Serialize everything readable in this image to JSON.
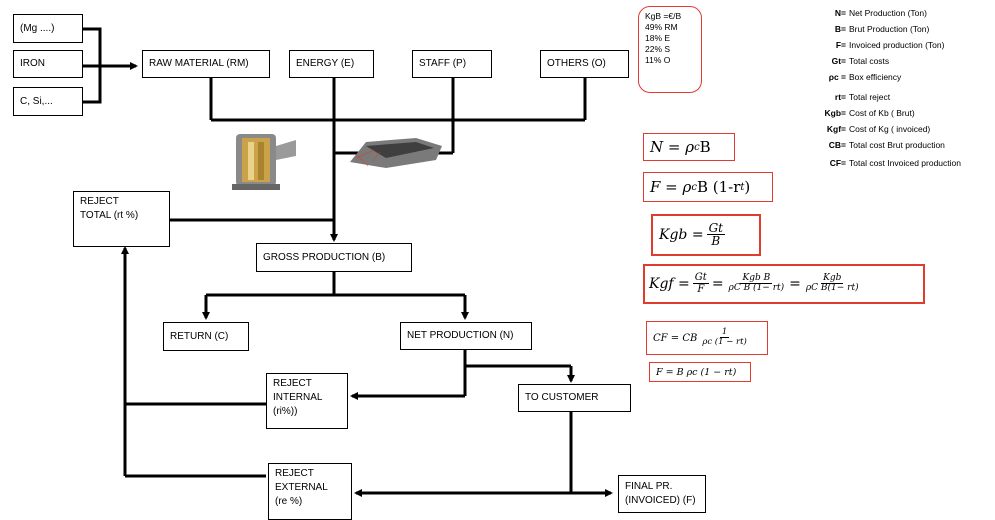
{
  "boxes": {
    "mg": "(Mg ....)",
    "iron": "IRON",
    "csi": "C, Si,...",
    "raw_material": "RAW MATERIAL (RM)",
    "energy": "ENERGY (E)",
    "staff": "STAFF (P)",
    "others": "OTHERS (O)",
    "reject_total": "REJECT\nTOTAL (rt %)",
    "gross_production": "GROSS PRODUCTION (B)",
    "return": "RETURN (C)",
    "net_production": "NET PRODUCTION (N)",
    "reject_internal": "REJECT\nINTERNAL\n(ri%))",
    "to_customer": "TO CUSTOMER",
    "reject_external": "REJECT\nEXTERNAL\n(re %)",
    "final_pr": "FINAL PR.\n(INVOICED) (F)"
  },
  "cost_note": [
    "KgB =€/B",
    "49% RM",
    "18% E",
    "22% S",
    "11% O"
  ],
  "legend": [
    {
      "symbol": "N=",
      "text": "Net Production (Ton)"
    },
    {
      "symbol": "B=",
      "text": "Brut Production (Ton)"
    },
    {
      "symbol": "F=",
      "text": "Invoiced production (Ton)"
    },
    {
      "symbol": "Gt=",
      "text": "Total costs"
    },
    {
      "symbol": "ρc =",
      "text": "Box efficiency"
    },
    {
      "symbol": "rt=",
      "text": "Total reject"
    },
    {
      "symbol": "Kgb=",
      "text": "Cost of Kb ( Brut)"
    },
    {
      "symbol": "Kgf=",
      "text": "Cost of Kg ( invoiced)"
    },
    {
      "symbol": "CB=",
      "text": "Total cost Brut production"
    },
    {
      "symbol": "CF=",
      "text": "Total cost Invoiced production"
    }
  ],
  "formulas": {
    "n": {
      "lhs": "N = ρ",
      "sub": "c",
      "rhs": " B"
    },
    "f": {
      "lhs": "F = ρ",
      "sub": "c",
      "mid": " B (1-r",
      "sub2": "t",
      "end": ")"
    },
    "kgb": {
      "lhs": "Kgb =",
      "num": "Gt",
      "den": "B"
    },
    "kgf": {
      "lhs": "Kgf =",
      "num1": "Gt",
      "den1": "F",
      "eq": "=",
      "num2": "Kgb B",
      "den2": "ρC B (1− rt)",
      "eq2": "=",
      "num3": "Kgb",
      "den3": "ρC B(1− rt)"
    },
    "cf": {
      "lhs": "CF = CB",
      "num": "1",
      "den": "ρc (1 − rt)"
    },
    "f2": {
      "text": "F = B ρc (1 − rt)"
    }
  }
}
